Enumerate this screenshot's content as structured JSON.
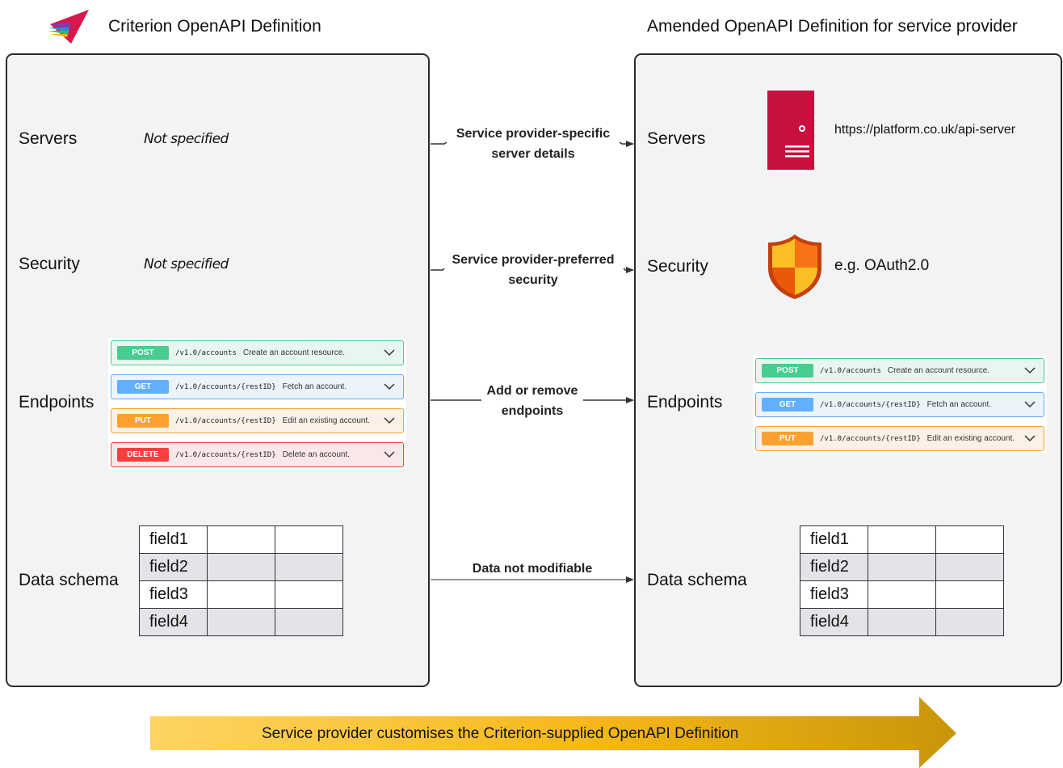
{
  "left": {
    "title": "Criterion OpenAPI Definition",
    "sections": {
      "servers": {
        "label": "Servers",
        "value": "Not specified"
      },
      "security": {
        "label": "Security",
        "value": "Not specified"
      },
      "endpoints": {
        "label": "Endpoints"
      },
      "schema": {
        "label": "Data schema"
      }
    },
    "endpoints": [
      {
        "method": "POST",
        "path": "/v1.0/accounts",
        "desc": "Create an account resource."
      },
      {
        "method": "GET",
        "path": "/v1.0/accounts/{restID}",
        "desc": "Fetch an account."
      },
      {
        "method": "PUT",
        "path": "/v1.0/accounts/{restID}",
        "desc": "Edit an existing account."
      },
      {
        "method": "DELETE",
        "path": "/v1.0/accounts/{restID}",
        "desc": "Delete an account."
      }
    ],
    "schema_fields": [
      "field1",
      "field2",
      "field3",
      "field4"
    ]
  },
  "right": {
    "title": "Amended OpenAPI Definition for service provider",
    "sections": {
      "servers": {
        "label": "Servers",
        "value": "https://platform.co.uk/api-server"
      },
      "security": {
        "label": "Security",
        "value": "e.g. OAuth2.0"
      },
      "endpoints": {
        "label": "Endpoints"
      },
      "schema": {
        "label": "Data schema"
      }
    },
    "endpoints": [
      {
        "method": "POST",
        "path": "/v1.0/accounts",
        "desc": "Create an account resource."
      },
      {
        "method": "GET",
        "path": "/v1.0/accounts/{restID}",
        "desc": "Fetch an account."
      },
      {
        "method": "PUT",
        "path": "/v1.0/accounts/{restID}",
        "desc": "Edit an existing account."
      }
    ],
    "schema_fields": [
      "field1",
      "field2",
      "field3",
      "field4"
    ]
  },
  "arrows": {
    "servers": {
      "line1": "Service provider-specific",
      "line2": "server details"
    },
    "security": {
      "line1": "Service provider-preferred",
      "line2": "security"
    },
    "endpoints": {
      "line1": "Add or remove",
      "line2": "endpoints"
    },
    "schema": {
      "line1": "Data not modifiable"
    }
  },
  "banner": {
    "text": "Service provider customises the Criterion-supplied OpenAPI Definition"
  },
  "colors": {
    "post": "#49cc90",
    "get": "#61affe",
    "put": "#fca130",
    "delete": "#f93e3e",
    "server_icon": "#c8103e",
    "shield_orange": "#f59e0b",
    "banner_start": "#fdd463",
    "banner_end": "#c9950a"
  }
}
